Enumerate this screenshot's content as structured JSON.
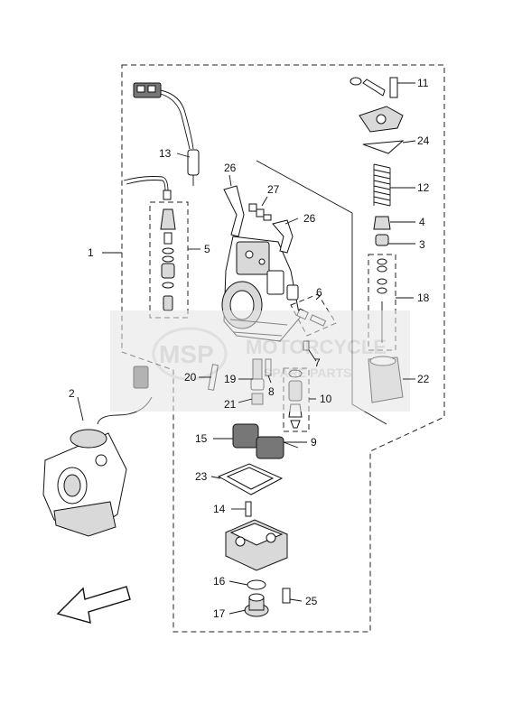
{
  "watermark": {
    "logo_text": "MSP",
    "line1": "MOTORCYCLE",
    "line2": "SPARE PARTS"
  },
  "callouts": [
    {
      "id": "1",
      "text": "1"
    },
    {
      "id": "2",
      "text": "2"
    },
    {
      "id": "3",
      "text": "3"
    },
    {
      "id": "4",
      "text": "4"
    },
    {
      "id": "5",
      "text": "5"
    },
    {
      "id": "6",
      "text": "6"
    },
    {
      "id": "7",
      "text": "7"
    },
    {
      "id": "8",
      "text": "8"
    },
    {
      "id": "9",
      "text": "9"
    },
    {
      "id": "10",
      "text": "10"
    },
    {
      "id": "11",
      "text": "11"
    },
    {
      "id": "12",
      "text": "12"
    },
    {
      "id": "13",
      "text": "13"
    },
    {
      "id": "14",
      "text": "14"
    },
    {
      "id": "15",
      "text": "15"
    },
    {
      "id": "16",
      "text": "16"
    },
    {
      "id": "17",
      "text": "17"
    },
    {
      "id": "18",
      "text": "18"
    },
    {
      "id": "19",
      "text": "19"
    },
    {
      "id": "20",
      "text": "20"
    },
    {
      "id": "21",
      "text": "21"
    },
    {
      "id": "22",
      "text": "22"
    },
    {
      "id": "23",
      "text": "23"
    },
    {
      "id": "24",
      "text": "24"
    },
    {
      "id": "25",
      "text": "25"
    },
    {
      "id": "26a",
      "text": "26"
    },
    {
      "id": "26b",
      "text": "26"
    },
    {
      "id": "27",
      "text": "27"
    }
  ]
}
